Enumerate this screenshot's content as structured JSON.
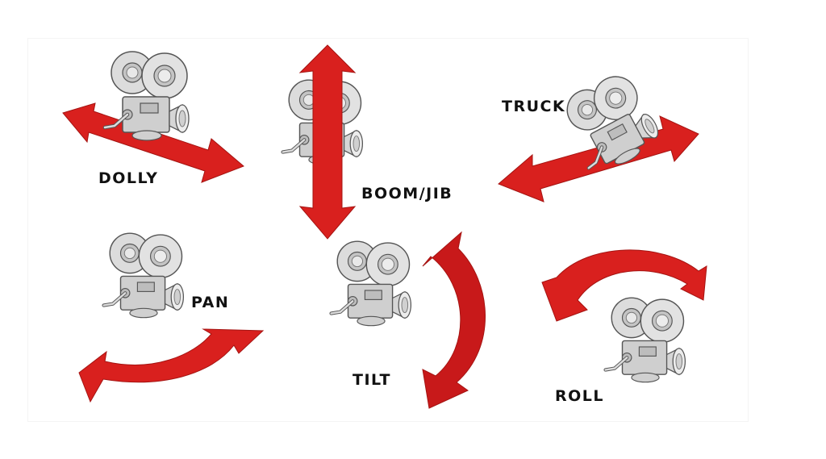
{
  "title": "Camera Movements",
  "colors": {
    "arrow": "#d9201e",
    "arrow_dark": "#b51614",
    "camera_body": "#d8d8d8",
    "camera_outline": "#555555",
    "label": "#111111",
    "background": "#ffffff"
  },
  "movements": [
    {
      "id": "dolly",
      "label": "DOLLY",
      "arrow": "double-horizontal-diagonal"
    },
    {
      "id": "boom",
      "label": "BOOM/JIB",
      "arrow": "double-vertical"
    },
    {
      "id": "truck",
      "label": "TRUCK",
      "arrow": "double-horizontal-diagonal"
    },
    {
      "id": "pan",
      "label": "PAN",
      "arrow": "curved-horizontal"
    },
    {
      "id": "tilt",
      "label": "TILT",
      "arrow": "curved-vertical"
    },
    {
      "id": "roll",
      "label": "ROLL",
      "arrow": "curved-over"
    }
  ]
}
